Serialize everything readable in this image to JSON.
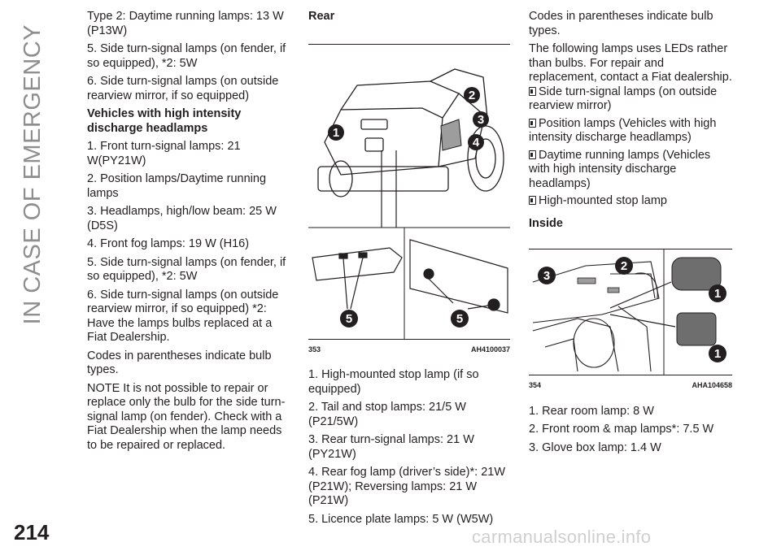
{
  "header": {
    "section_title": "IN CASE OF EMERGENCY"
  },
  "page": {
    "number": "214"
  },
  "col1": {
    "p1": "Type 2: Daytime running lamps: 13 W (P13W)",
    "p2": "5. Side turn-signal lamps (on fender, if so equipped), *2: 5W",
    "p3": "6. Side turn-signal lamps (on outside rearview mirror, if so equipped)",
    "heading": "Vehicles with high intensity discharge headlamps",
    "items": [
      "1. Front turn-signal lamps: 21 W(PY21W)",
      "2. Position lamps/Daytime running lamps",
      "3. Headlamps, high/low beam: 25 W (D5S)",
      "4. Front fog lamps: 19 W (H16)",
      "5. Side turn-signal lamps (on fender, if so equipped), *2: 5W",
      "6. Side turn-signal lamps (on outside rearview mirror, if so equipped) *2: Have the lamps bulbs replaced at a Fiat Dealership."
    ],
    "codes_note": "Codes in parentheses indicate bulb types.",
    "note": "NOTE  It is not possible to repair or replace only the bulb for the side turn-signal lamp (on fender). Check with a Fiat Dealership when the lamp needs to be repaired or replaced."
  },
  "col2": {
    "heading": "Rear",
    "figure": {
      "number": "353",
      "code": "AH4100037",
      "callouts": [
        "1",
        "2",
        "3",
        "4",
        "5",
        "5"
      ]
    },
    "items": [
      "1. High-mounted stop lamp (if so equipped)",
      "2. Tail and stop lamps: 21/5 W (P21/5W)",
      "3. Rear turn-signal lamps: 21 W (PY21W)",
      "4. Rear fog lamp (driver’s side)*: 21W (P21W); Reversing lamps: 21 W (P21W)",
      "5. Licence plate lamps: 5 W (W5W)"
    ]
  },
  "col3": {
    "codes_note": "Codes in parentheses indicate bulb types.",
    "led_intro": "The following lamps uses LEDs rather than bulbs. For repair and replacement, contact a Fiat dealership.",
    "led_items": [
      "Side turn-signal lamps (on outside rearview mirror)",
      "Position lamps (Vehicles with high intensity discharge headlamps)",
      "Daytime running lamps (Vehicles with high intensity discharge headlamps)",
      "High-mounted stop lamp"
    ],
    "heading": "Inside",
    "figure": {
      "number": "354",
      "code": "AHA104658",
      "callouts": [
        "3",
        "2",
        "1",
        "1"
      ]
    },
    "items": [
      "1. Rear room lamp: 8 W",
      "2. Front room & map lamps*: 7.5 W",
      "3. Glove box lamp: 1.4 W"
    ]
  },
  "footer": {
    "watermark": "carmanualsonline.info"
  }
}
